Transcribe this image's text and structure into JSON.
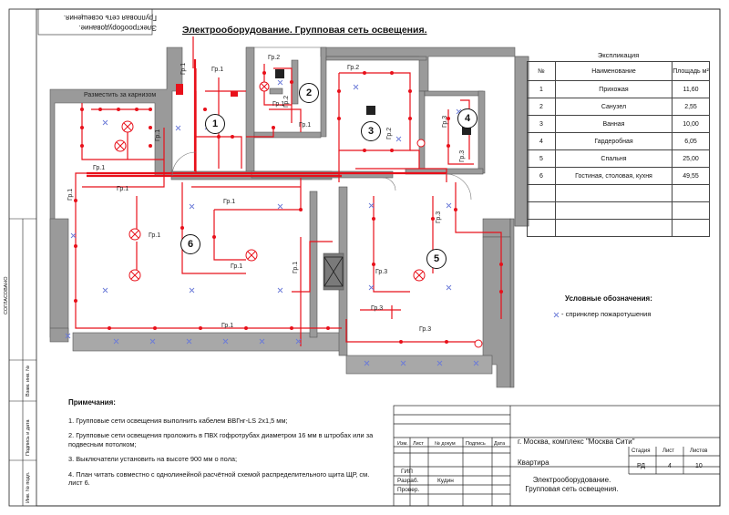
{
  "sheet": {
    "title": "Электрооборудование. Групповая сеть освещения.",
    "inverted_stamp": [
      "Электрооборудование.",
      "Групповая сеть освещения."
    ]
  },
  "plan": {
    "note_cornice": "Разместить за карнизом",
    "group_label": "Гр.1",
    "group_labels": [
      "Гр.1",
      "Гр.2",
      "Гр.3"
    ],
    "rooms": [
      "1",
      "2",
      "3",
      "4",
      "5",
      "6"
    ]
  },
  "explication": {
    "caption": "Экспликация",
    "headers": {
      "num": "№",
      "name": "Наименование",
      "area": "Площадь м²"
    },
    "rows": [
      {
        "num": "1",
        "name": "Прихожая",
        "area": "11,60"
      },
      {
        "num": "2",
        "name": "Санузел",
        "area": "2,55"
      },
      {
        "num": "3",
        "name": "Ванная",
        "area": "10,00"
      },
      {
        "num": "4",
        "name": "Гардеробная",
        "area": "6,05"
      },
      {
        "num": "5",
        "name": "Спальня",
        "area": "25,00"
      },
      {
        "num": "6",
        "name": "Гостиная, столовая, кухня",
        "area": "49,55"
      }
    ]
  },
  "legend": {
    "title": "Условные обозначения:",
    "sprinkler": "- спринклер пожаротушения"
  },
  "notes": {
    "title": "Примечания:",
    "items": [
      "1. Групповые сети освещения выполнить кабелем ВВГнг-LS 2х1,5 мм;",
      "2. Групповые сети освещения проложить в ПВХ гофротрубах диаметром 16 мм в штробах или за подвесным потолком;",
      "3. Выключатели установить на высоте 900 мм о пола;",
      "4. План читать совместно с однолинейной расчётной схемой распределительного щита ЩР, см. лист 6."
    ]
  },
  "titleblock": {
    "location": "г. Москва, комплекс \"Москва Сити\"",
    "object": "Квартира",
    "cols": [
      "Изм.",
      "Лист",
      "№ докум",
      "Подпись",
      "Дата"
    ],
    "gip": "ГИП",
    "razrab": "Разраб.",
    "razrab_name": "Кудин",
    "prover": "Провер.",
    "stage_h": "Стадия",
    "sheet_h": "Лист",
    "sheets_h": "Листов",
    "stage": "РД",
    "sheet": "4",
    "sheets": "10",
    "drawing_title": "Электрооборудование. Групповая сеть освещения."
  },
  "side": {
    "agreed": "СОГЛАСОВАНО",
    "inv_podl": "Инв. № подл.",
    "podp_data": "Подпись и дата",
    "vzam": "Взам. инв. №"
  },
  "colors": {
    "wall": "#888888",
    "wire": "#e8101a",
    "line": "#222222"
  }
}
